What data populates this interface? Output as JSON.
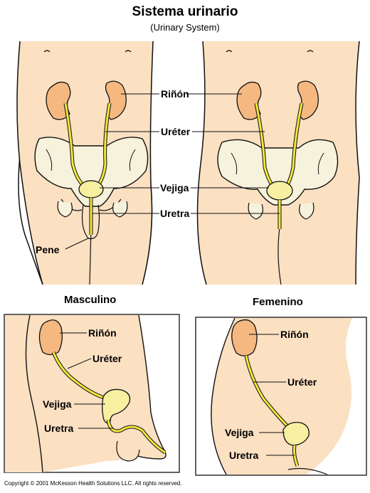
{
  "title": "Sistema urinario",
  "subtitle": "(Urinary System)",
  "front_labels": {
    "kidney": "Riñón",
    "ureter": "Uréter",
    "bladder": "Vejiga",
    "urethra": "Uretra",
    "penis": "Pene"
  },
  "sections": {
    "male": "Masculino",
    "female": "Femenino"
  },
  "male_side_labels": {
    "kidney": "Riñón",
    "ureter": "Uréter",
    "bladder": "Vejiga",
    "urethra": "Uretra"
  },
  "female_side_labels": {
    "kidney": "Riñón",
    "ureter": "Uréter",
    "bladder": "Vejiga",
    "urethra": "Uretra"
  },
  "copyright": "Copyright © 2001 McKesson Health Solutions LLC. All rights reserved.",
  "colors": {
    "skin": "#fbe0c2",
    "kidney": "#f5b880",
    "ureter": "#f2e83a",
    "bladder": "#f6f0a0",
    "bone": "#f6f2dc",
    "outline": "#111111"
  }
}
